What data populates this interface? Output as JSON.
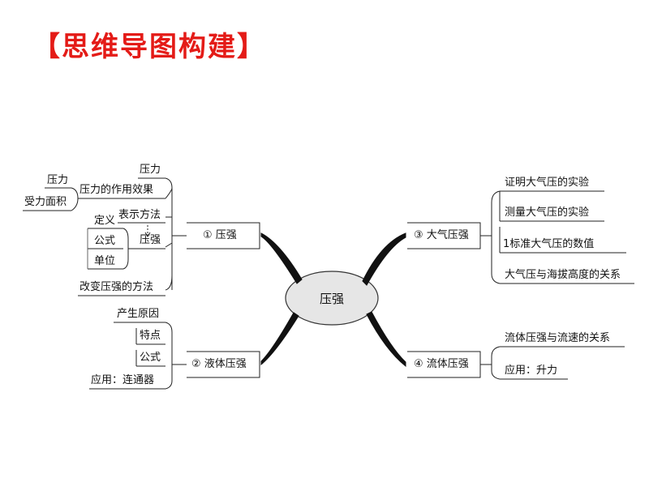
{
  "title": "【思维导图构建】",
  "center": "压强",
  "branches": {
    "b1": "① 压强",
    "b2": "② 液体压强",
    "b3": "③ 大气压强",
    "b4": "④ 流体压强"
  },
  "b1_leaves": {
    "yali": "压力",
    "zuoyong": "压力的作用效果",
    "yali2": "压力",
    "shouli": "受力面积",
    "biaoshi": "表示方法",
    "dingyi": "定义",
    "gongshi": "公式",
    "danwei": "单位",
    "yaqiang": "压强",
    "gaibian": "改变压强的方法"
  },
  "b2_leaves": [
    "产生原因",
    "特点",
    "公式",
    "应用：连通器"
  ],
  "b3_leaves": [
    "证明大气压的实验",
    "测量大气压的实验",
    "1标准大气压的数值",
    "大气压与海拔高度的关系"
  ],
  "b4_leaves": [
    "流体压强与流速的关系",
    "应用：升力"
  ]
}
